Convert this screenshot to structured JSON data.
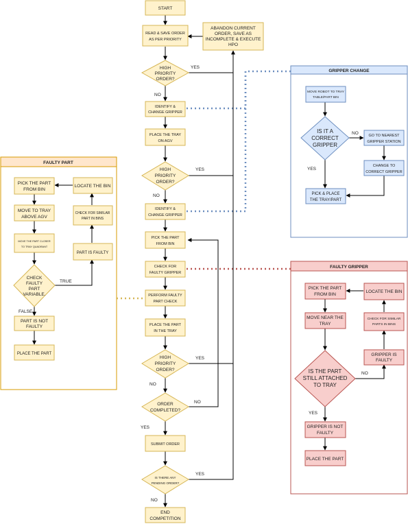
{
  "main": {
    "start": "START",
    "read_save_1": "READ & SAVE ORDER",
    "read_save_2": "AS PER PRIORITY",
    "abandon_1": "ABANDON CURRENT",
    "abandon_2": "ORDER, SAVE AS",
    "abandon_3": "INCOMPLETE & EXECUTE",
    "abandon_4": "HPO",
    "hpo_1_a": "HIGH",
    "hpo_1_b": "PRIORITY",
    "hpo_1_c": "ORDER?",
    "yes_1": "YES",
    "no_1": "NO",
    "identify_1_a": "IDENTIFY &",
    "identify_1_b": "CHANGE GRIPPER",
    "place_tray_agv_a": "PLACE THE TRAY",
    "place_tray_agv_b": "ON AGV",
    "hpo_2_a": "HIGH",
    "hpo_2_b": "PRIORITY",
    "hpo_2_c": "ORDER?",
    "yes_2": "YES",
    "no_2": "NO",
    "identify_2_a": "IDENTIFY &",
    "identify_2_b": "CHANGE GRIPPER",
    "pick_part_a": "PICK THE PART",
    "pick_part_b": "FROM BIN",
    "check_faulty_a": "CHECK FOR",
    "check_faulty_b": "FAULTY GRIPPER",
    "perform_check_a": "PERFORM FAULTY",
    "perform_check_b": "PART CHECK",
    "place_part_tray_a": "PLACE THE PART",
    "place_part_tray_b": "IN THE TRAY",
    "hpo_3_a": "HIGH",
    "hpo_3_b": "PRIORITY",
    "hpo_3_c": "ORDER?",
    "yes_3": "YES",
    "no_3": "NO",
    "order_completed_a": "ORDER",
    "order_completed_b": "COMPLETED?",
    "no_4": "NO",
    "yes_4": "YES",
    "submit_order": "SUBMIT ORDER",
    "pending_a": "IS THERE ANY",
    "pending_b": "PENDING ORDER?",
    "yes_5": "YES",
    "no_5": "NO",
    "end_a": "END",
    "end_b": "COMPETITION"
  },
  "gripper_change": {
    "title": "GRIPPER CHANGE",
    "move_robot_a": "MOVE ROBOT TO TRAY",
    "move_robot_b": "TABLE/PART BIN",
    "correct_a": "IS IT A",
    "correct_b": "CORRECT",
    "correct_c": "GRIPPER",
    "no": "NO",
    "yes": "YES",
    "go_station_a": "GO TO NEAREST",
    "go_station_b": "GRIPPER STATION",
    "change_a": "CHANGE TO",
    "change_b": "CORRECT GRIPPER",
    "pick_place_a": "PICK & PLACE",
    "pick_place_b": "THE TRAY/PART"
  },
  "faulty_part": {
    "title": "FAULTY PART",
    "pick_a": "PICK THE PART",
    "pick_b": "FROM BIN",
    "locate": "LOCATE THE BIN",
    "move_tray_a": "MOVE TO TRAY",
    "move_tray_b": "ABOVE AGV",
    "check_similar_a": "CHECK FOR SIMILAR",
    "check_similar_b": "PART IN BINS",
    "move_closer_a": "MOVE THE PART CLOSER",
    "move_closer_b": "TO TRAY QUADRANT",
    "is_faulty": "PART IS FAULTY",
    "check_var_a": "CHECK",
    "check_var_b": "FAULTY",
    "check_var_c": "PART",
    "check_var_d": "VARIABLE.",
    "true": "TRUE",
    "false": "FALSE",
    "not_faulty_a": "PART IS NOT",
    "not_faulty_b": "FAULTY",
    "place": "PLACE THE PART"
  },
  "faulty_gripper": {
    "title": "FAULTY GRIPPER",
    "pick_a": "PICK THE PART",
    "pick_b": "FROM BIN",
    "locate": "LOCATE THE BIN",
    "move_near_a": "MOVE NEAR THE",
    "move_near_b": "TRAY",
    "check_similar_a": "CHECK FOR SIMILAR",
    "check_similar_b": "PARTS IN BINS",
    "attached_a": "IS THE PART",
    "attached_b": "STILL ATTACHED",
    "attached_c": "TO TRAY",
    "gripper_faulty_a": "GRIPPER IS",
    "gripper_faulty_b": "FAULTY",
    "no": "NO",
    "yes": "YES",
    "not_faulty_a": "GRIPPER IS NOT",
    "not_faulty_b": "FAULTY",
    "place": "PLACE THE PART"
  },
  "colors": {
    "yellow_fill": "#fff2cc",
    "yellow_stroke": "#d6b656",
    "blue_fill": "#dae8fc",
    "blue_stroke": "#6c8ebf",
    "red_fill": "#f8cecc",
    "red_stroke": "#b85450",
    "orange_panel": "#d79b00"
  }
}
